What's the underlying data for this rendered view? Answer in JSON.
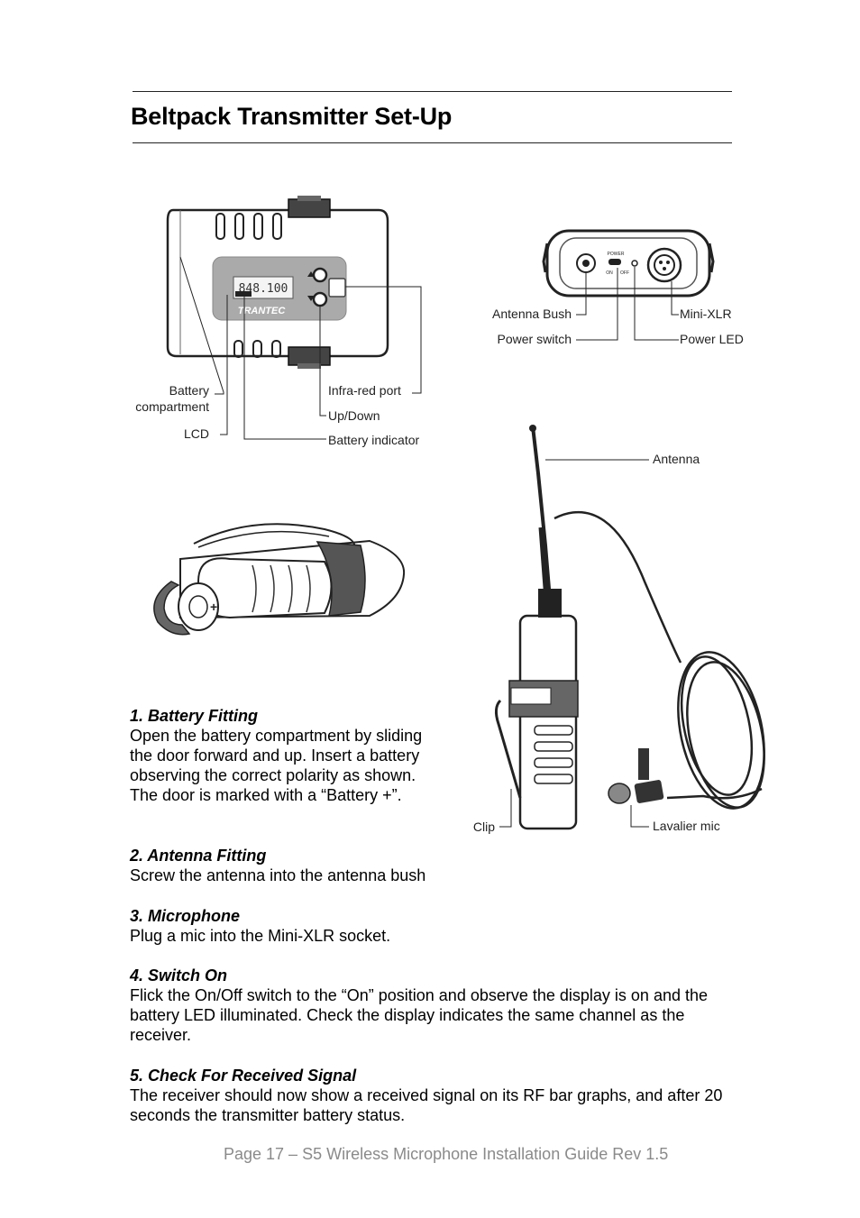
{
  "page": {
    "title": "Beltpack Transmitter Set-Up",
    "footer": "Page 17  – S5 Wireless Microphone Installation Guide Rev 1.5"
  },
  "figures": {
    "front": {
      "lcd_text": "848.100",
      "brand": "TRANTEC",
      "labels": {
        "battery_line1": "Battery",
        "battery_line2": "compartment",
        "lcd": "LCD",
        "infrared": "Infra-red port",
        "updown": "Up/Down",
        "battery_indicator": "Battery indicator"
      }
    },
    "top": {
      "power_text": "POWER",
      "on_text": "ON",
      "off_text": "OFF",
      "labels": {
        "antenna_bush": "Antenna Bush",
        "power_switch": "Power switch",
        "mini_xlr": "Mini-XLR",
        "power_led": "Power LED"
      }
    },
    "battery": {
      "plus": "+"
    },
    "side": {
      "labels": {
        "antenna": "Antenna",
        "clip": "Clip",
        "lavalier": "Lavalier mic"
      }
    }
  },
  "sections": [
    {
      "heading": "1.   Battery Fitting",
      "body": "Open the battery compartment by sliding the door forward and up. Insert a battery observing the correct polarity as shown. The door is marked with a “Battery +”."
    },
    {
      "heading": "2.  Antenna Fitting",
      "body": "Screw the antenna into the antenna bush"
    },
    {
      "heading": "3.   Microphone",
      "body": "Plug a mic into the Mini-XLR socket."
    },
    {
      "heading": "4.   Switch On",
      "body": "Flick the On/Off switch to the “On” position and observe the display is on and the battery LED illuminated. Check the display indicates the same channel as the receiver."
    },
    {
      "heading": "5.   Check For Received Signal",
      "body": "The receiver should now show a received signal on its RF bar graphs, and after 20 seconds the transmitter battery status."
    }
  ]
}
